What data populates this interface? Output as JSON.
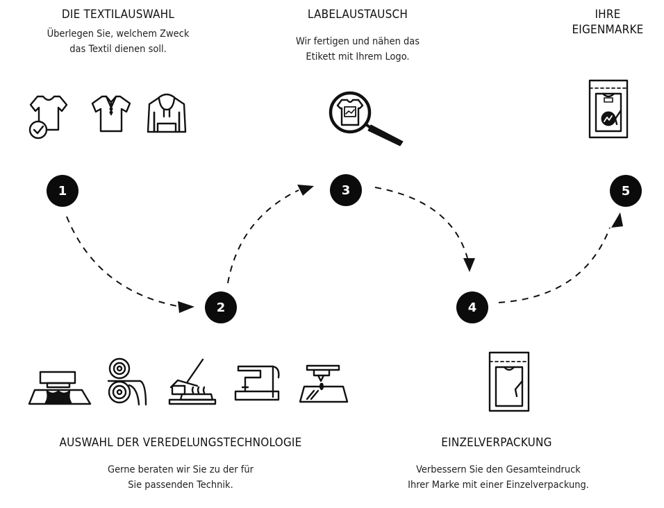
{
  "steps": [
    {
      "number": "1",
      "title": "DIE TEXTILAUSWAHL",
      "description_lines": [
        "Überlegen Sie, welchem Zweck",
        "das Textil dienen soll."
      ]
    },
    {
      "number": "2",
      "title": "AUSWAHL DER VEREDELUNGSTECHNOLOGIE",
      "description_lines": [
        "Gerne beraten wir Sie zu der für",
        "Sie passenden Technik."
      ]
    },
    {
      "number": "3",
      "title": "LABELAUSTAUSCH",
      "description_lines": [
        "Wir fertigen und nähen das",
        "Etikett mit Ihrem Logo."
      ]
    },
    {
      "number": "4",
      "title": "EINZELVERPACKUNG",
      "description_lines": [
        "Verbessern Sie den Gesamteindruck",
        "Ihrer Marke mit einer Einzelverpackung."
      ]
    },
    {
      "number": "5",
      "title_lines": [
        "IHRE",
        "EIGENMARKE"
      ]
    }
  ],
  "icons": {
    "step1": [
      "tshirt-check-icon",
      "polo-shirt-icon",
      "hoodie-icon"
    ],
    "step2": [
      "screen-print-icon",
      "fabric-rolls-icon",
      "heat-press-icon",
      "sewing-machine-icon",
      "embroidery-machine-icon"
    ],
    "step3": [
      "magnifier-label-icon"
    ],
    "step4": [
      "packaged-shirt-icon"
    ],
    "step5": [
      "branded-package-icon"
    ]
  },
  "colors": {
    "accent": "#0b0b0b",
    "text": "#111111",
    "background": "#ffffff"
  }
}
